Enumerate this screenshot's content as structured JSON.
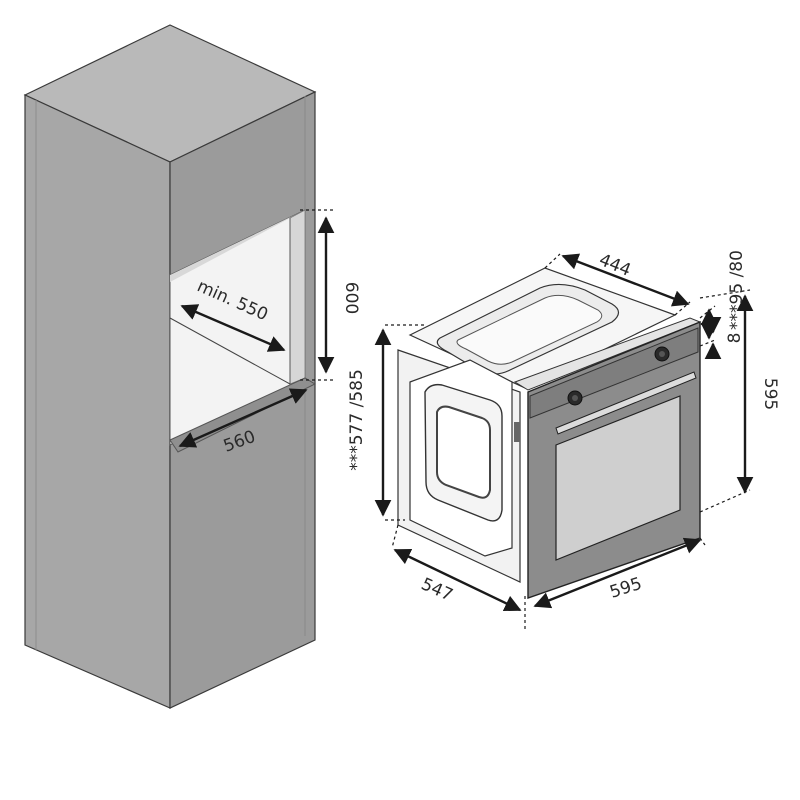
{
  "diagram": {
    "cabinet": {
      "niche_depth_label": "min. 550",
      "niche_width_label": "560",
      "niche_height_label": "600"
    },
    "oven": {
      "top_depth_label": "444",
      "body_depth_label": "547",
      "front_width_label": "595",
      "front_height_label": "595",
      "height_label": "***577 /585",
      "top_offset_label": "***95 /80",
      "panel_gap_label": "8"
    },
    "colors": {
      "cabinet_side": "#a7a7a7",
      "cabinet_front": "#9b9b9b",
      "cabinet_top": "#b9b9b9",
      "niche_interior": "#f3f3f3",
      "oven_panel": "#8c8c8c",
      "oven_glass": "#cfcfcf",
      "dimension_line": "#1a1a1a"
    }
  }
}
